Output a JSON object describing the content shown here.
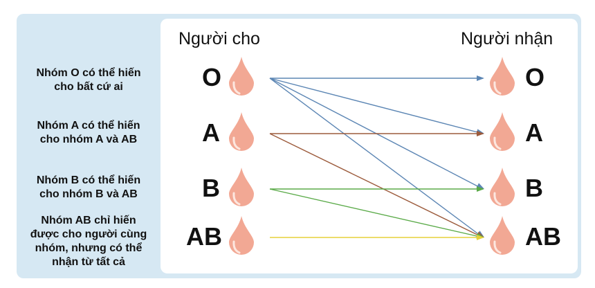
{
  "header": {
    "donor_title": "Người cho",
    "recipient_title": "Người nhận"
  },
  "notes": [
    "Nhóm O có thể hiến\ncho bất cứ ai",
    "Nhóm A có thể hiến\ncho nhóm A và AB",
    "Nhóm B có thể hiến\ncho nhóm B và AB",
    "Nhóm AB chỉ hiến\nđược cho người cùng\nnhóm, nhưng có thể\nnhận từ tất cả"
  ],
  "donors": [
    "O",
    "A",
    "B",
    "AB"
  ],
  "recipients": [
    "O",
    "A",
    "B",
    "AB"
  ],
  "arrows": [
    {
      "from": "O",
      "to": "O",
      "color": "#5c86b4"
    },
    {
      "from": "O",
      "to": "A",
      "color": "#5c86b4"
    },
    {
      "from": "O",
      "to": "B",
      "color": "#5c86b4"
    },
    {
      "from": "O",
      "to": "AB",
      "color": "#5c86b4"
    },
    {
      "from": "A",
      "to": "A",
      "color": "#9c5b3c"
    },
    {
      "from": "A",
      "to": "AB",
      "color": "#9c5b3c"
    },
    {
      "from": "B",
      "to": "B",
      "color": "#5aaa48"
    },
    {
      "from": "B",
      "to": "AB",
      "color": "#5aaa48"
    },
    {
      "from": "AB",
      "to": "AB",
      "color": "#e6d13a"
    }
  ],
  "colors": {
    "frame": "#d6e8f3",
    "drop_fill": "#f2a894",
    "drop_highlight": "#fde7df"
  },
  "icons": {
    "drop": "blood-drop-icon",
    "arrowhead": "arrowhead-icon"
  }
}
